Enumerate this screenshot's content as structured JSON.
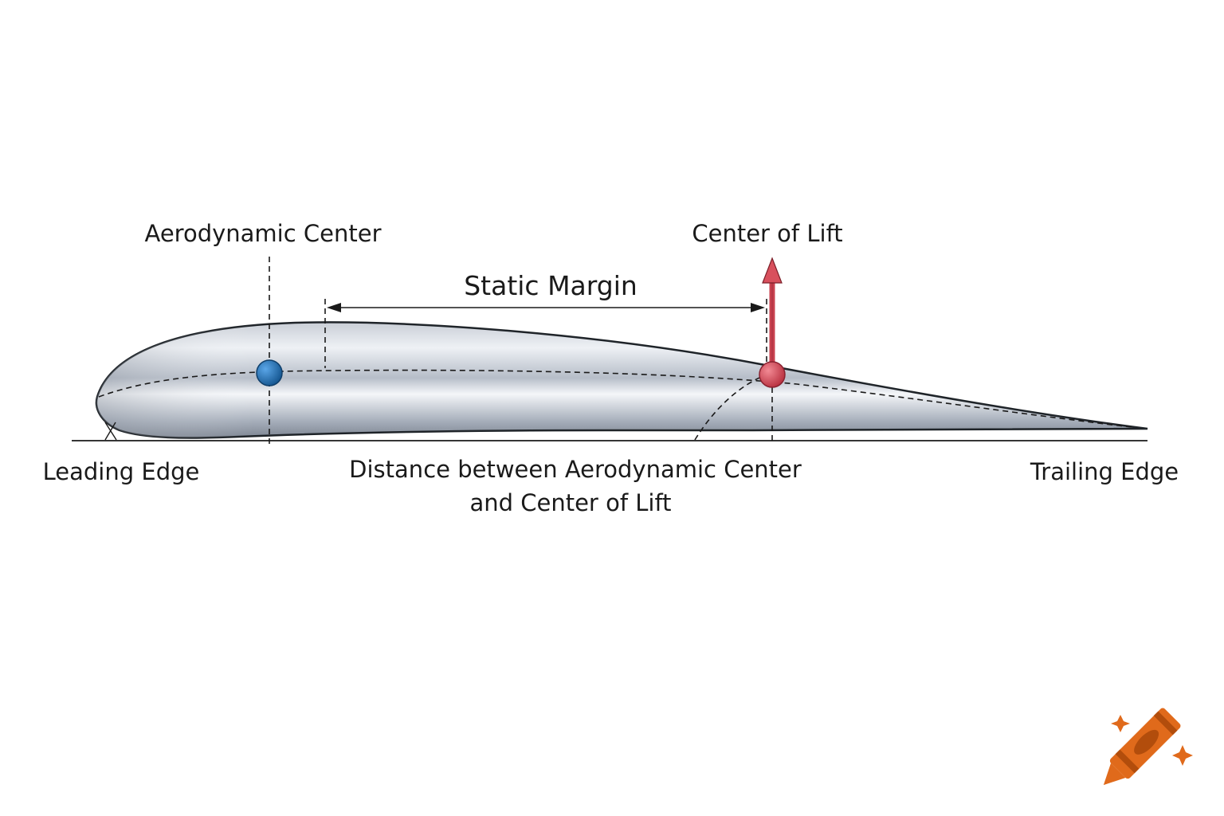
{
  "labels": {
    "aerodynamic_center": "Aerodynamic Center",
    "center_of_lift": "Center of Lift",
    "static_margin": "Static Margin",
    "leading_edge": "Leading Edge",
    "trailing_edge": "Trailing Edge",
    "distance_line1": "Distance between Aerodynamic Center",
    "distance_line2": "and Center of Lift"
  },
  "colors": {
    "airfoil_outline": "#1f2429",
    "aerodynamic_center_point": "#1f6fb5",
    "center_of_lift_point": "#d84655",
    "lift_arrow": "#c9414f",
    "logo": "#e06a1b"
  },
  "icons": {
    "logo": "crayon-logo-icon"
  }
}
